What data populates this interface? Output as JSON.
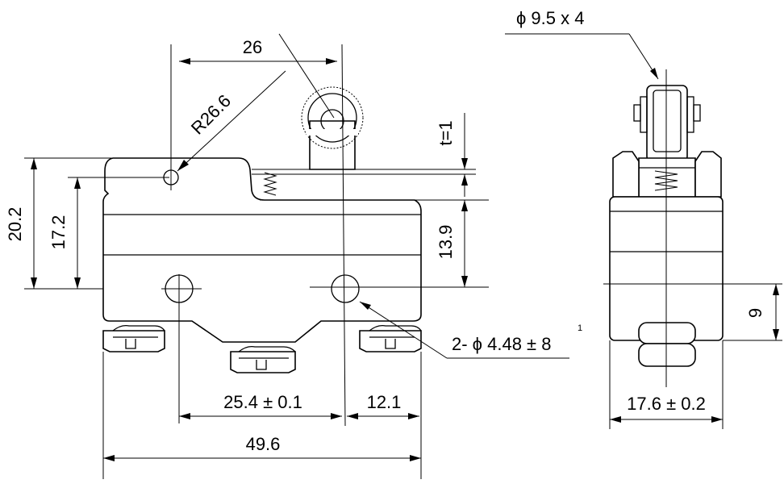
{
  "dimensions": {
    "lever_length": "26",
    "lever_radius": "R26.6",
    "overall_height": "20.2",
    "hole_height": "17.2",
    "travel": "t=1",
    "body_top_to_hole": "13.9",
    "mount_holes": "2- ϕ 4.48 ± 8",
    "mount_holes_sup": "1",
    "hole_spacing": "25.4 ± 0.1",
    "hole_to_edge": "12.1",
    "overall_length": "49.6",
    "roller_size": "ϕ 9.5 x 4",
    "side_height": "9",
    "side_width": "17.6 ± 0.2"
  }
}
